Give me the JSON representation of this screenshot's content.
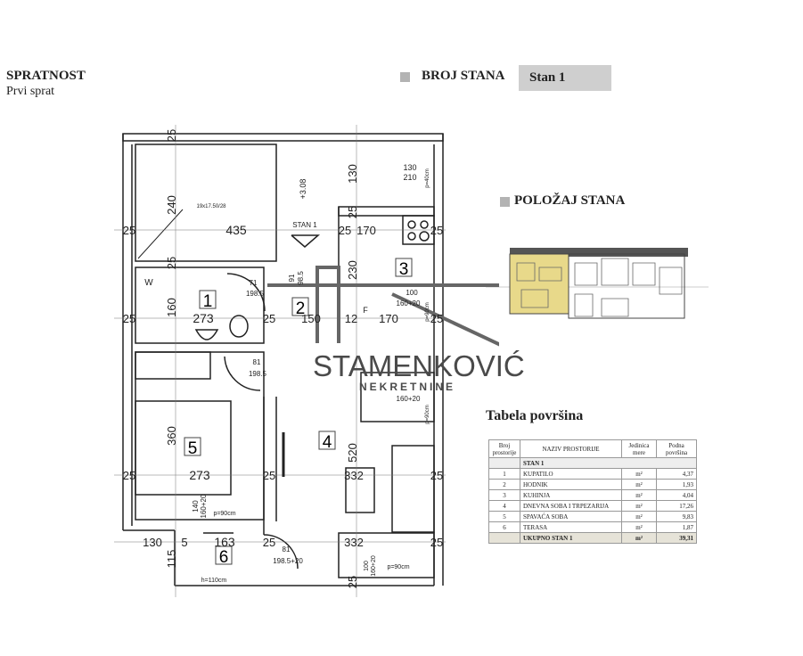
{
  "header": {
    "floor_label": "SPRATNOST",
    "floor_value": "Prvi sprat",
    "unit_label": "BROJ STANA",
    "unit_value": "Stan 1",
    "position_label": "POLOŽAJ STANA"
  },
  "watermark": {
    "brand": "STAMENKOVIĆ",
    "sub": "NEKRETNINE"
  },
  "plan": {
    "room_numbers": [
      "1",
      "2",
      "3",
      "4",
      "5",
      "6"
    ],
    "labels": [
      "25",
      "240",
      "435",
      "25",
      "25",
      "130",
      "+3.08",
      "STAN 1",
      "19x17.50/28",
      "130",
      "210",
      "25",
      "170",
      "25",
      "25",
      "230",
      "91",
      "98.5",
      "71",
      "198.5",
      "160",
      "25",
      "273",
      "25",
      "150",
      "12",
      "170",
      "25",
      "F",
      "100",
      "160+20",
      "81",
      "198.5",
      "160+20",
      "360",
      "520",
      "25",
      "273",
      "25",
      "332",
      "25",
      "140",
      "160+20",
      "p=90cm",
      "130",
      "5",
      "163",
      "25",
      "332",
      "25",
      "115",
      "81",
      "198.5+20",
      "h=110cm",
      "100",
      "160+20",
      "p=90cm",
      "25",
      "p=40cm",
      "p=90cm",
      "p=90cm",
      "W"
    ]
  },
  "table": {
    "title": "Tabela površina",
    "headers": [
      "Broj prostorije",
      "NAZIV PROSTORIJE",
      "Jedinica mere",
      "Podna površina"
    ],
    "section": "STAN 1",
    "rows": [
      {
        "no": "1",
        "name": "KUPATILO",
        "unit": "m²",
        "area": "4,37"
      },
      {
        "no": "2",
        "name": "HODNIK",
        "unit": "m²",
        "area": "1,93"
      },
      {
        "no": "3",
        "name": "KUHINJA",
        "unit": "m²",
        "area": "4,04"
      },
      {
        "no": "4",
        "name": "DNEVNA SOBA I TRPEZARIJA",
        "unit": "m²",
        "area": "17,26"
      },
      {
        "no": "5",
        "name": "SPAVAĆA SOBA",
        "unit": "m²",
        "area": "9,83"
      },
      {
        "no": "6",
        "name": "TERASA",
        "unit": "m²",
        "area": "1,87"
      }
    ],
    "total": {
      "name": "UKUPNO STAN 1",
      "unit": "m²",
      "area": "39,31"
    }
  },
  "colors": {
    "highlight": "#e8d98a",
    "header_box": "#cfcfcf",
    "bullet": "#b3b3b3"
  }
}
